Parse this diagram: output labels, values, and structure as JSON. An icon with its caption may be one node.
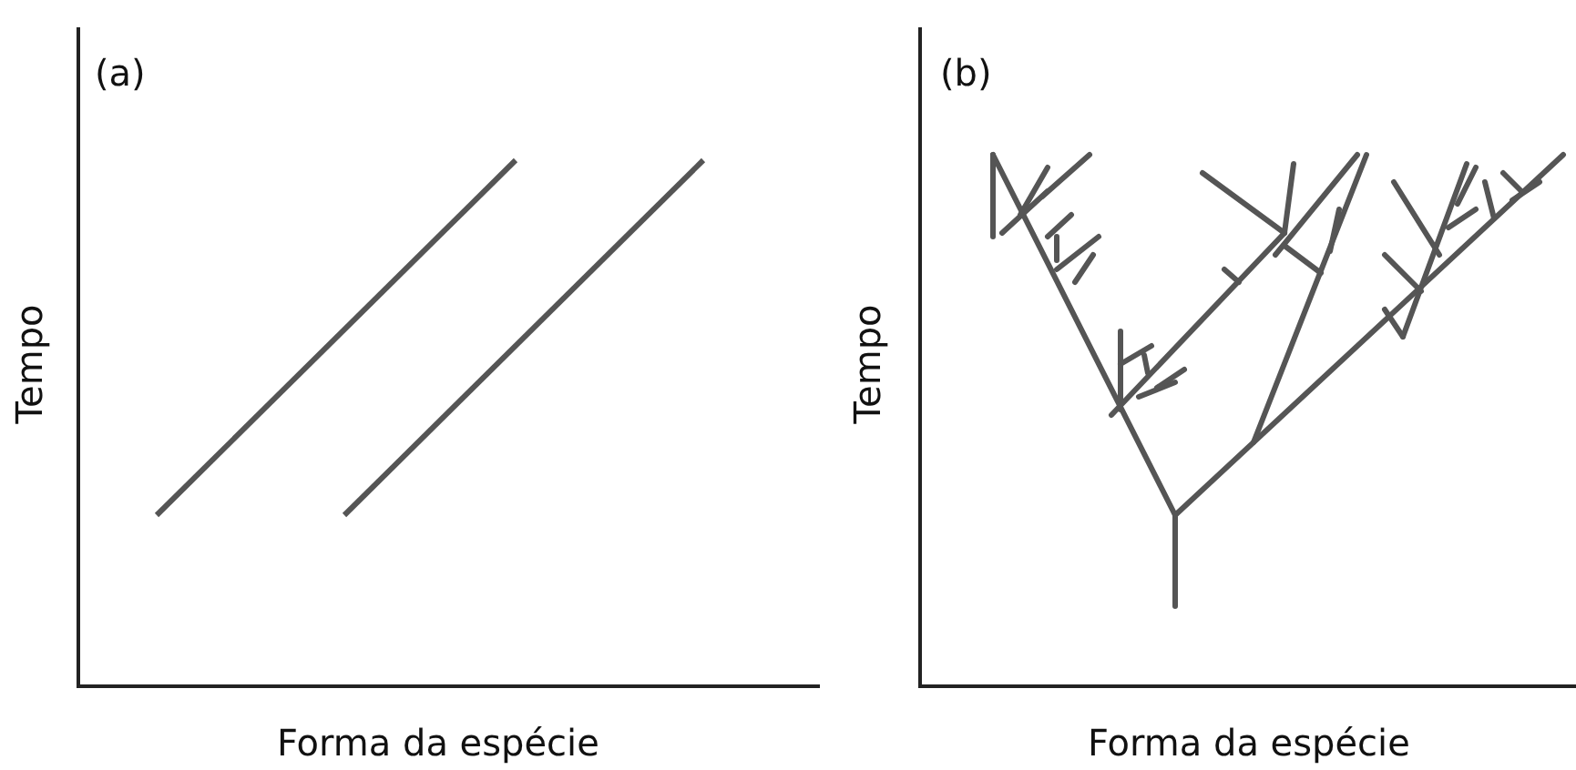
{
  "diagram": {
    "labels": [
      "(a)",
      "Tempo",
      "Forma da espécie",
      "(b)",
      "Tempo",
      "Forma da espécie"
    ]
  }
}
